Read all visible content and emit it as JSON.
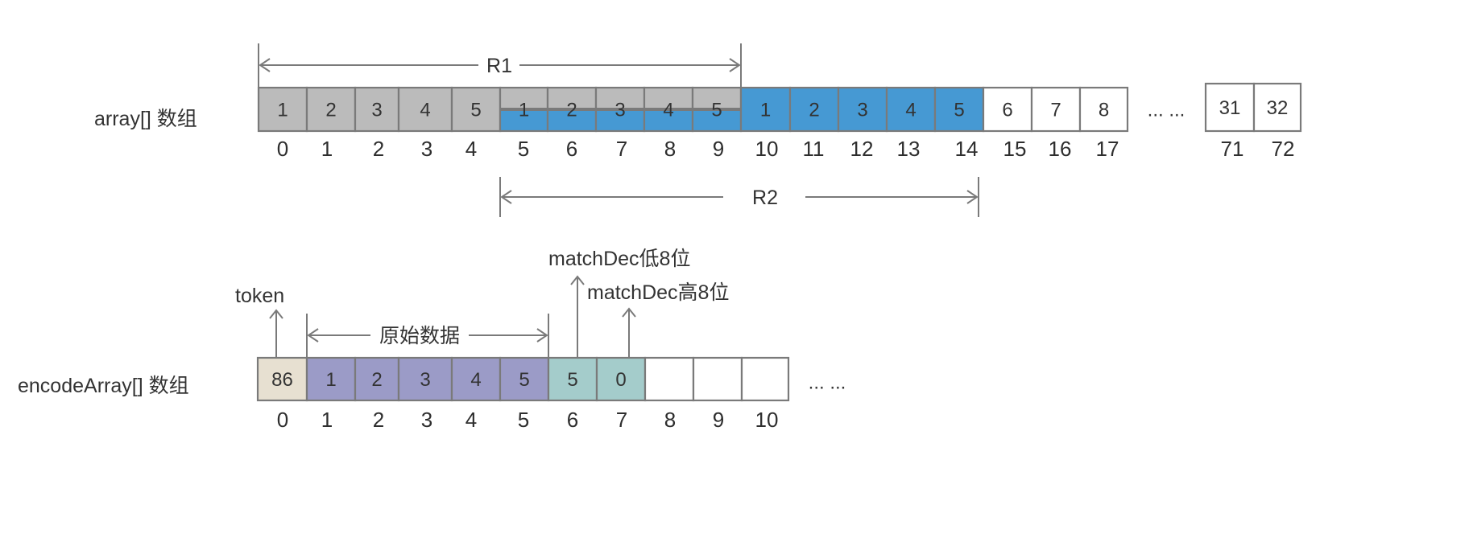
{
  "colors": {
    "gray": "#BBBBBB",
    "blue": "#4699D3",
    "white": "#FFFFFF",
    "beige": "#E7E0D1",
    "purple": "#9B9BC7",
    "teal": "#A4CCCB",
    "border": "#7A7A7A",
    "text": "#333333"
  },
  "array": {
    "label": "array[] 数组",
    "cells": [
      {
        "index": "0",
        "value": "1",
        "fill": "gray"
      },
      {
        "index": "1",
        "value": "2",
        "fill": "gray"
      },
      {
        "index": "2",
        "value": "3",
        "fill": "gray"
      },
      {
        "index": "3",
        "value": "4",
        "fill": "gray"
      },
      {
        "index": "4",
        "value": "5",
        "fill": "gray"
      },
      {
        "index": "5",
        "value": "1",
        "fill": "split"
      },
      {
        "index": "6",
        "value": "2",
        "fill": "split"
      },
      {
        "index": "7",
        "value": "3",
        "fill": "split"
      },
      {
        "index": "8",
        "value": "4",
        "fill": "split"
      },
      {
        "index": "9",
        "value": "5",
        "fill": "split"
      },
      {
        "index": "10",
        "value": "1",
        "fill": "blue"
      },
      {
        "index": "11",
        "value": "2",
        "fill": "blue"
      },
      {
        "index": "12",
        "value": "3",
        "fill": "blue"
      },
      {
        "index": "13",
        "value": "4",
        "fill": "blue"
      },
      {
        "index": "14",
        "value": "5",
        "fill": "blue"
      },
      {
        "index": "15",
        "value": "6",
        "fill": "white"
      },
      {
        "index": "16",
        "value": "7",
        "fill": "white"
      },
      {
        "index": "17",
        "value": "8",
        "fill": "white"
      }
    ],
    "ellipsis": "... ...",
    "tail_cells": [
      {
        "index": "71",
        "value": "31",
        "fill": "white"
      },
      {
        "index": "72",
        "value": "32",
        "fill": "white"
      }
    ],
    "ranges": [
      {
        "label": "R1",
        "from_index": 0,
        "to_index": 9
      },
      {
        "label": "R2",
        "from_index": 5,
        "to_index": 14
      }
    ]
  },
  "encodeArray": {
    "label": "encodeArray[] 数组",
    "cells": [
      {
        "index": "0",
        "value": "86",
        "fill": "beige"
      },
      {
        "index": "1",
        "value": "1",
        "fill": "purple"
      },
      {
        "index": "2",
        "value": "2",
        "fill": "purple"
      },
      {
        "index": "3",
        "value": "3",
        "fill": "purple"
      },
      {
        "index": "4",
        "value": "4",
        "fill": "purple"
      },
      {
        "index": "5",
        "value": "5",
        "fill": "purple"
      },
      {
        "index": "6",
        "value": "5",
        "fill": "teal"
      },
      {
        "index": "7",
        "value": "0",
        "fill": "teal"
      },
      {
        "index": "8",
        "value": "",
        "fill": "white"
      },
      {
        "index": "9",
        "value": "",
        "fill": "white"
      },
      {
        "index": "10",
        "value": "",
        "fill": "white"
      }
    ],
    "ellipsis": "... ...",
    "annotations": {
      "token": "token",
      "raw_data": "原始数据",
      "match_low": "matchDec低8位",
      "match_high": "matchDec高8位"
    }
  }
}
